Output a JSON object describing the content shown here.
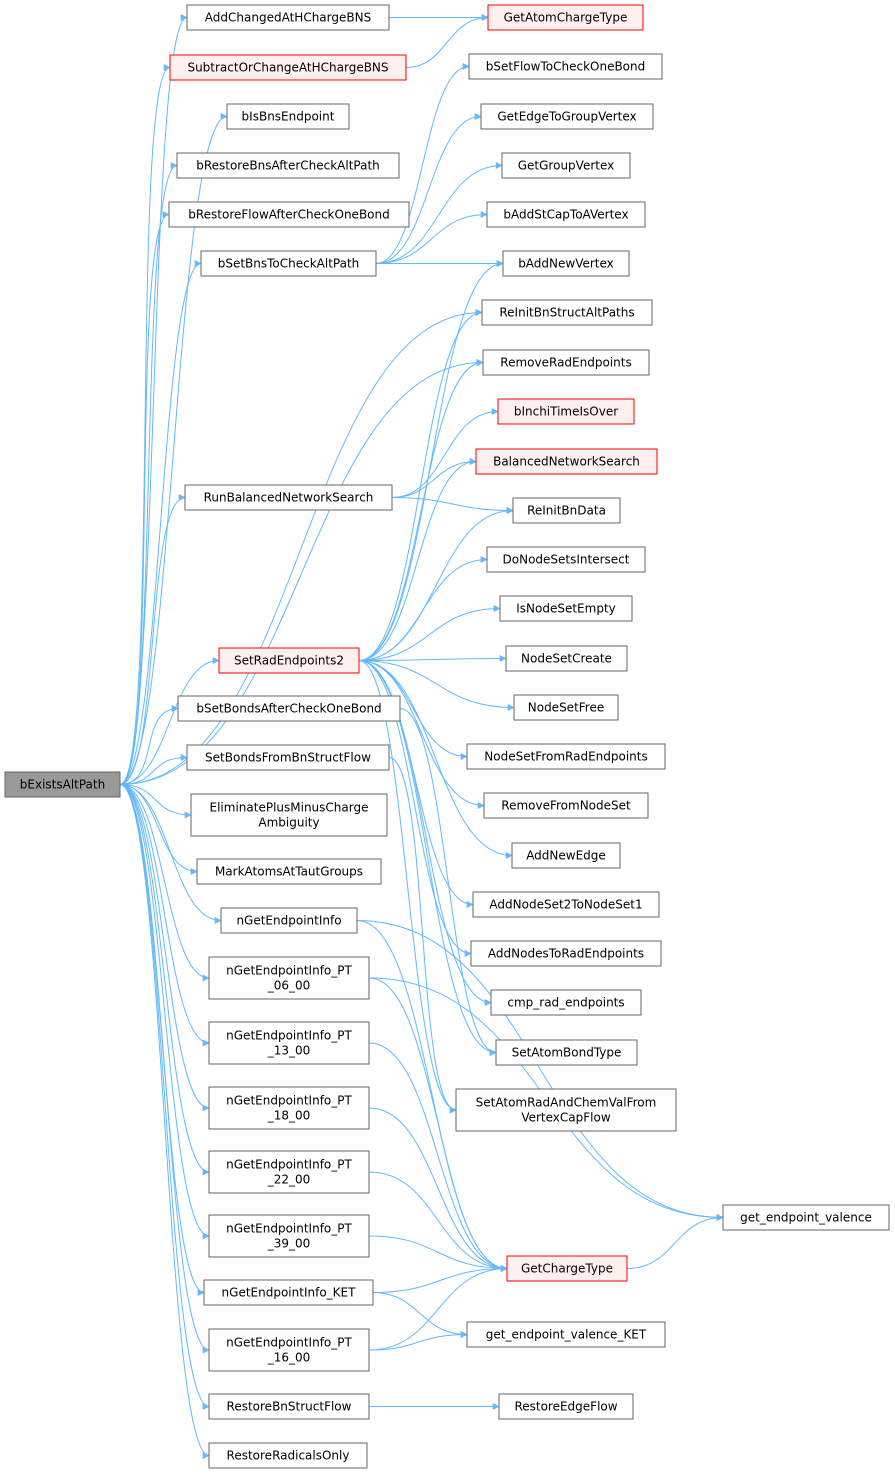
{
  "colors": {
    "node_fill": "#ffffff",
    "node_stroke": "#666666",
    "root_fill": "#999999",
    "root_stroke": "#666666",
    "truncated_fill": "#fff0f0",
    "truncated_stroke": "#ff0000",
    "edge": "#63b8ff"
  },
  "nodes": [
    {
      "id": "root",
      "lines": [
        "bExistsAltPath"
      ],
      "kind": "root"
    },
    {
      "id": "n1",
      "lines": [
        "AddChangedAtHChargeBNS"
      ],
      "kind": "normal"
    },
    {
      "id": "n2",
      "lines": [
        "SubtractOrChangeAtHChargeBNS"
      ],
      "kind": "truncated"
    },
    {
      "id": "n3",
      "lines": [
        "bIsBnsEndpoint"
      ],
      "kind": "normal"
    },
    {
      "id": "n4",
      "lines": [
        "bRestoreBnsAfterCheckAltPath"
      ],
      "kind": "normal"
    },
    {
      "id": "n5",
      "lines": [
        "bRestoreFlowAfterCheckOneBond"
      ],
      "kind": "normal"
    },
    {
      "id": "n6",
      "lines": [
        "bSetBnsToCheckAltPath"
      ],
      "kind": "normal"
    },
    {
      "id": "n7",
      "lines": [
        "RunBalancedNetworkSearch"
      ],
      "kind": "normal"
    },
    {
      "id": "n8",
      "lines": [
        "SetRadEndpoints2"
      ],
      "kind": "truncated"
    },
    {
      "id": "n9",
      "lines": [
        "bSetBondsAfterCheckOneBond"
      ],
      "kind": "normal"
    },
    {
      "id": "n10",
      "lines": [
        "SetBondsFromBnStructFlow"
      ],
      "kind": "normal"
    },
    {
      "id": "n11",
      "lines": [
        "EliminatePlusMinusCharge",
        "Ambiguity"
      ],
      "kind": "normal"
    },
    {
      "id": "n12",
      "lines": [
        "MarkAtomsAtTautGroups"
      ],
      "kind": "normal"
    },
    {
      "id": "n13",
      "lines": [
        "nGetEndpointInfo"
      ],
      "kind": "normal"
    },
    {
      "id": "n14",
      "lines": [
        "nGetEndpointInfo_PT",
        "_06_00"
      ],
      "kind": "normal"
    },
    {
      "id": "n15",
      "lines": [
        "nGetEndpointInfo_PT",
        "_13_00"
      ],
      "kind": "normal"
    },
    {
      "id": "n16",
      "lines": [
        "nGetEndpointInfo_PT",
        "_18_00"
      ],
      "kind": "normal"
    },
    {
      "id": "n17",
      "lines": [
        "nGetEndpointInfo_PT",
        "_22_00"
      ],
      "kind": "normal"
    },
    {
      "id": "n18",
      "lines": [
        "nGetEndpointInfo_PT",
        "_39_00"
      ],
      "kind": "normal"
    },
    {
      "id": "n19",
      "lines": [
        "nGetEndpointInfo_KET"
      ],
      "kind": "normal"
    },
    {
      "id": "n20",
      "lines": [
        "nGetEndpointInfo_PT",
        "_16_00"
      ],
      "kind": "normal"
    },
    {
      "id": "n21",
      "lines": [
        "RestoreBnStructFlow"
      ],
      "kind": "normal"
    },
    {
      "id": "n22",
      "lines": [
        "RestoreRadicalsOnly"
      ],
      "kind": "normal"
    },
    {
      "id": "m1",
      "lines": [
        "GetAtomChargeType"
      ],
      "kind": "truncated"
    },
    {
      "id": "m2",
      "lines": [
        "bSetFlowToCheckOneBond"
      ],
      "kind": "normal"
    },
    {
      "id": "m3",
      "lines": [
        "GetEdgeToGroupVertex"
      ],
      "kind": "normal"
    },
    {
      "id": "m4",
      "lines": [
        "GetGroupVertex"
      ],
      "kind": "normal"
    },
    {
      "id": "m5",
      "lines": [
        "bAddStCapToAVertex"
      ],
      "kind": "normal"
    },
    {
      "id": "m6",
      "lines": [
        "bAddNewVertex"
      ],
      "kind": "normal"
    },
    {
      "id": "m7",
      "lines": [
        "ReInitBnStructAltPaths"
      ],
      "kind": "normal"
    },
    {
      "id": "m8",
      "lines": [
        "RemoveRadEndpoints"
      ],
      "kind": "normal"
    },
    {
      "id": "m9",
      "lines": [
        "bInchiTimeIsOver"
      ],
      "kind": "truncated"
    },
    {
      "id": "m10",
      "lines": [
        "BalancedNetworkSearch"
      ],
      "kind": "truncated"
    },
    {
      "id": "m11",
      "lines": [
        "ReInitBnData"
      ],
      "kind": "normal"
    },
    {
      "id": "m12",
      "lines": [
        "DoNodeSetsIntersect"
      ],
      "kind": "normal"
    },
    {
      "id": "m13",
      "lines": [
        "IsNodeSetEmpty"
      ],
      "kind": "normal"
    },
    {
      "id": "m14",
      "lines": [
        "NodeSetCreate"
      ],
      "kind": "normal"
    },
    {
      "id": "m15",
      "lines": [
        "NodeSetFree"
      ],
      "kind": "normal"
    },
    {
      "id": "m16",
      "lines": [
        "NodeSetFromRadEndpoints"
      ],
      "kind": "normal"
    },
    {
      "id": "m17",
      "lines": [
        "RemoveFromNodeSet"
      ],
      "kind": "normal"
    },
    {
      "id": "m18",
      "lines": [
        "AddNewEdge"
      ],
      "kind": "normal"
    },
    {
      "id": "m19",
      "lines": [
        "AddNodeSet2ToNodeSet1"
      ],
      "kind": "normal"
    },
    {
      "id": "m20",
      "lines": [
        "AddNodesToRadEndpoints"
      ],
      "kind": "normal"
    },
    {
      "id": "m21",
      "lines": [
        "cmp_rad_endpoints"
      ],
      "kind": "normal"
    },
    {
      "id": "m22",
      "lines": [
        "SetAtomBondType"
      ],
      "kind": "normal"
    },
    {
      "id": "m23",
      "lines": [
        "SetAtomRadAndChemValFrom",
        "VertexCapFlow"
      ],
      "kind": "normal"
    },
    {
      "id": "m24",
      "lines": [
        "GetChargeType"
      ],
      "kind": "truncated"
    },
    {
      "id": "m25",
      "lines": [
        "get_endpoint_valence"
      ],
      "kind": "normal"
    },
    {
      "id": "m26",
      "lines": [
        "get_endpoint_valence_KET"
      ],
      "kind": "normal"
    },
    {
      "id": "m27",
      "lines": [
        "RestoreEdgeFlow"
      ],
      "kind": "normal"
    }
  ],
  "edges": [
    [
      "root",
      "n1"
    ],
    [
      "root",
      "n2"
    ],
    [
      "root",
      "n3"
    ],
    [
      "root",
      "n4"
    ],
    [
      "root",
      "n5"
    ],
    [
      "root",
      "n6"
    ],
    [
      "root",
      "m7"
    ],
    [
      "root",
      "m8"
    ],
    [
      "root",
      "n7"
    ],
    [
      "root",
      "n8"
    ],
    [
      "root",
      "n9"
    ],
    [
      "root",
      "n10"
    ],
    [
      "root",
      "n11"
    ],
    [
      "root",
      "n12"
    ],
    [
      "root",
      "n13"
    ],
    [
      "root",
      "n14"
    ],
    [
      "root",
      "n15"
    ],
    [
      "root",
      "n16"
    ],
    [
      "root",
      "n17"
    ],
    [
      "root",
      "n18"
    ],
    [
      "root",
      "n19"
    ],
    [
      "root",
      "n20"
    ],
    [
      "root",
      "n21"
    ],
    [
      "root",
      "n22"
    ],
    [
      "n1",
      "m1"
    ],
    [
      "n2",
      "m1"
    ],
    [
      "n6",
      "m2"
    ],
    [
      "n6",
      "m3"
    ],
    [
      "n6",
      "m4"
    ],
    [
      "n6",
      "m5"
    ],
    [
      "n6",
      "m6"
    ],
    [
      "n7",
      "m9"
    ],
    [
      "n7",
      "m10"
    ],
    [
      "n7",
      "m11"
    ],
    [
      "n8",
      "m6"
    ],
    [
      "n8",
      "m7"
    ],
    [
      "n8",
      "m8"
    ],
    [
      "n8",
      "m10"
    ],
    [
      "n8",
      "m11"
    ],
    [
      "n8",
      "m12"
    ],
    [
      "n8",
      "m13"
    ],
    [
      "n8",
      "m14"
    ],
    [
      "n8",
      "m15"
    ],
    [
      "n8",
      "m16"
    ],
    [
      "n8",
      "m17"
    ],
    [
      "n8",
      "m18"
    ],
    [
      "n8",
      "m19"
    ],
    [
      "n8",
      "m20"
    ],
    [
      "n8",
      "m21"
    ],
    [
      "n8",
      "m22"
    ],
    [
      "n8",
      "m23"
    ],
    [
      "n9",
      "m22"
    ],
    [
      "n10",
      "m23"
    ],
    [
      "n13",
      "m24"
    ],
    [
      "n13",
      "m25"
    ],
    [
      "n14",
      "m24"
    ],
    [
      "n14",
      "m25"
    ],
    [
      "n15",
      "m24"
    ],
    [
      "n16",
      "m24"
    ],
    [
      "n17",
      "m24"
    ],
    [
      "n18",
      "m24"
    ],
    [
      "n19",
      "m24"
    ],
    [
      "n19",
      "m26"
    ],
    [
      "n20",
      "m24"
    ],
    [
      "n20",
      "m26"
    ],
    [
      "n21",
      "m27"
    ],
    [
      "m24",
      "m25"
    ]
  ]
}
